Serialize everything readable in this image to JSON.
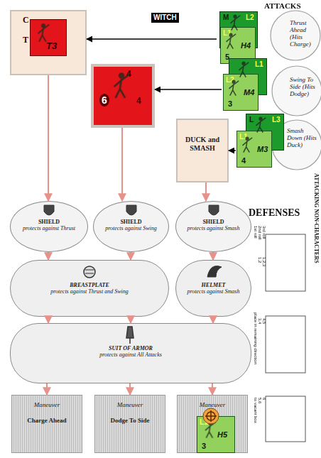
{
  "diagram": {
    "nodes": [
      {
        "text": [
          "C",
          "T"
        ]
      },
      {
        "text": [
          "T3"
        ],
        "in": 0
      },
      {
        "text": [
          "6",
          "4",
          "4"
        ]
      },
      {
        "text": [
          "DUCK and SMASH"
        ]
      },
      {
        "text": [
          "SHIELD",
          "protects against Thrust"
        ]
      },
      {
        "text": [
          "SHIELD",
          "protects against Swing"
        ]
      },
      {
        "text": [
          "SHIELD",
          "protects against Smash"
        ]
      },
      {
        "text": [
          "BREASTPLATE",
          "protects against Thrust and Swing"
        ]
      },
      {
        "text": [
          "HELMET",
          "protects against Smash"
        ]
      },
      {
        "text": [
          "SUIT OF ARMOR",
          "protects against All Attacks"
        ]
      },
      {
        "text": [
          "Maneuver",
          "Charge Ahead"
        ]
      },
      {
        "text": [
          "Maneuver",
          "Dodge To Side"
        ]
      },
      {
        "text": [
          "Maneuver"
        ]
      },
      {
        "text": [
          "L1",
          "H5",
          "3"
        ],
        "in": 12
      },
      {
        "text": [
          "Thrust Ahead (Hits Charge)"
        ]
      },
      {
        "text": [
          "M",
          "L2"
        ],
        "in": 14
      },
      {
        "text": [
          "L1",
          "H4",
          "5"
        ],
        "in": 14
      },
      {
        "text": [
          "Swing To Side (Hits Dodge)"
        ]
      },
      {
        "text": [
          "L1"
        ],
        "in": 17
      },
      {
        "text": [
          "L2",
          "M4",
          "3"
        ],
        "in": 17
      },
      {
        "text": [
          "Smash Down (Hits Duck)"
        ]
      },
      {
        "text": [
          "L",
          "L3"
        ],
        "in": 20
      },
      {
        "text": [
          "L1",
          "M3",
          "4"
        ],
        "in": 20
      }
    ],
    "edges": [
      {
        "from": 14,
        "to": 0,
        "arrow": "to",
        "label": "WITCH"
      },
      {
        "from": 17,
        "to": 2,
        "arrow": "to"
      },
      {
        "from": 20,
        "to": 3,
        "arrow": "to"
      },
      {
        "from": 0,
        "to": 4,
        "arrow": "to"
      },
      {
        "from": 2,
        "to": 5,
        "arrow": "to"
      },
      {
        "from": 3,
        "to": 6,
        "arrow": "to"
      },
      {
        "from": 4,
        "to": 7,
        "arrow": "to"
      },
      {
        "from": 5,
        "to": 7,
        "arrow": "to"
      },
      {
        "from": 6,
        "to": 8,
        "arrow": "to"
      },
      {
        "from": 7,
        "to": 9,
        "arrow": "to"
      },
      {
        "from": 7,
        "to": 9,
        "arrow": "to"
      },
      {
        "from": 8,
        "to": 9,
        "arrow": "to"
      },
      {
        "from": 9,
        "to": 10,
        "arrow": "to"
      },
      {
        "from": 9,
        "to": 11,
        "arrow": "to"
      },
      {
        "from": 9,
        "to": 12,
        "arrow": "to"
      }
    ],
    "labels": [
      "ATTACKS",
      "DEFENSES",
      "ATTACKING NON-CHARACTERS",
      "1st roll",
      "2nd roll",
      "3rd roll",
      "1,2",
      "1,2,3",
      "3,4",
      "4,5",
      "place in remaining direction",
      "5,6",
      "6",
      "to vacant box"
    ]
  }
}
